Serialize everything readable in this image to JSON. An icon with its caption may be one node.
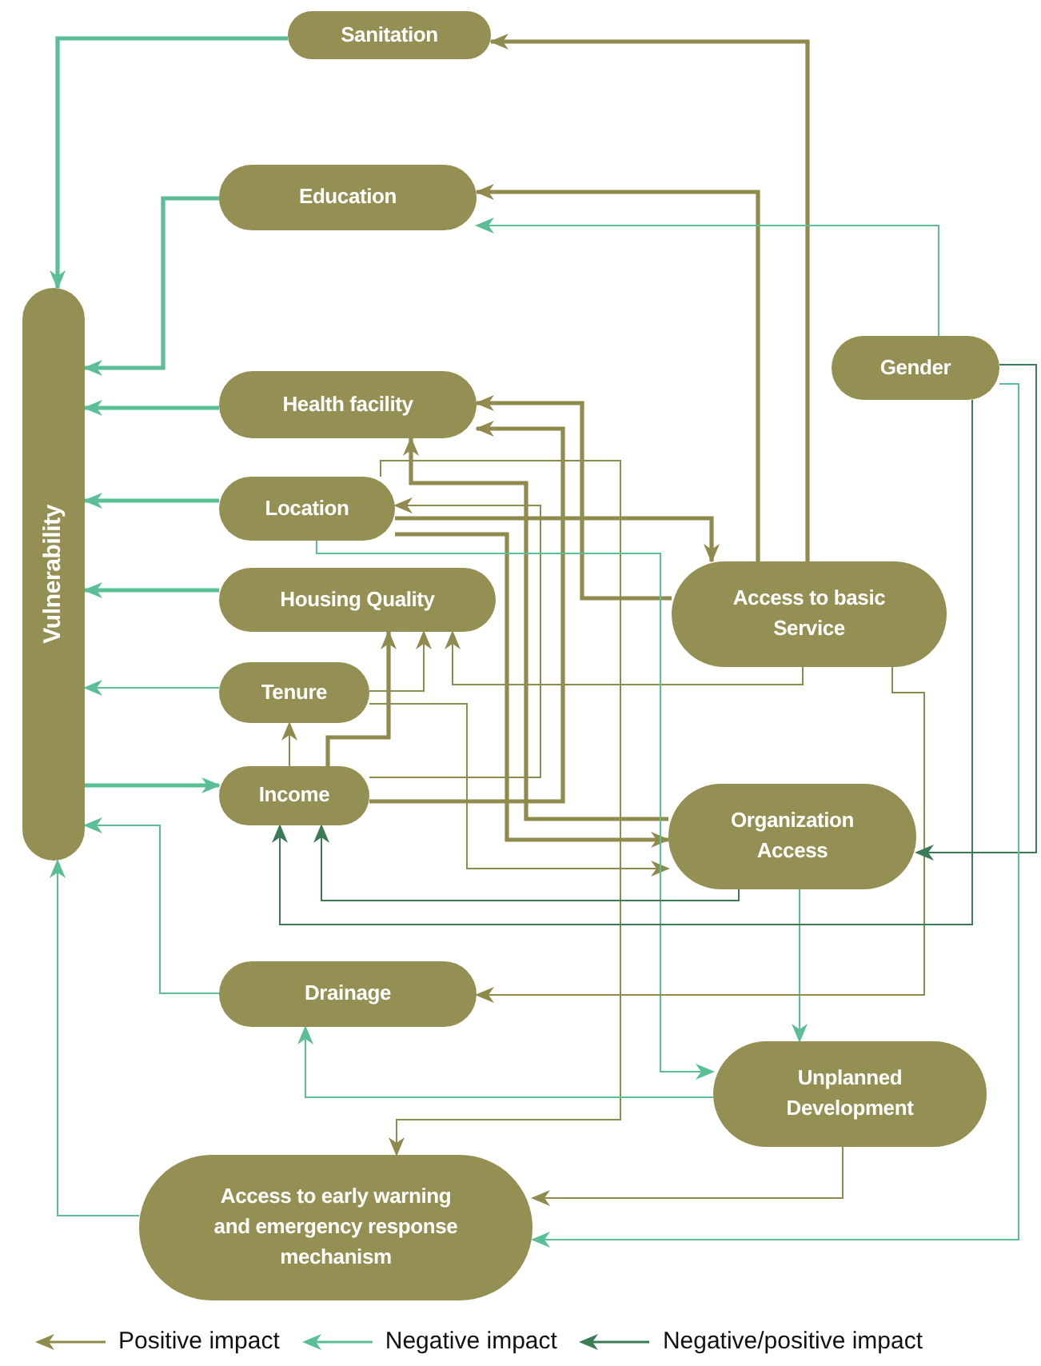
{
  "diagram": {
    "nodes": [
      {
        "text": [
          "Vulnerability"
        ]
      },
      {
        "text": [
          "Sanitation"
        ]
      },
      {
        "text": [
          "Education"
        ]
      },
      {
        "text": [
          "Health facility"
        ]
      },
      {
        "text": [
          "Location"
        ]
      },
      {
        "text": [
          "Housing Quality"
        ]
      },
      {
        "text": [
          "Tenure"
        ]
      },
      {
        "text": [
          "Income"
        ]
      },
      {
        "text": [
          "Gender"
        ]
      },
      {
        "text": [
          "Access to basic Service"
        ]
      },
      {
        "text": [
          "Organization Access"
        ]
      },
      {
        "text": [
          "Drainage"
        ]
      },
      {
        "text": [
          "Unplanned Development"
        ]
      },
      {
        "text": [
          "Access to early warning and emergency response mechanism"
        ]
      }
    ],
    "edges": [
      {
        "from": 1,
        "to": 0,
        "arrow": "to",
        "style": "thick",
        "color": "#5bbf95"
      },
      {
        "from": 2,
        "to": 0,
        "arrow": "to",
        "style": "thick",
        "color": "#5bbf95"
      },
      {
        "from": 3,
        "to": 0,
        "arrow": "to",
        "style": "thick",
        "color": "#5bbf95"
      },
      {
        "from": 4,
        "to": 0,
        "arrow": "to",
        "style": "thick",
        "color": "#5bbf95"
      },
      {
        "from": 5,
        "to": 0,
        "arrow": "to",
        "style": "thick",
        "color": "#5bbf95"
      },
      {
        "from": 6,
        "to": 0,
        "arrow": "to",
        "color": "#5bbf95"
      },
      {
        "from": 0,
        "to": 7,
        "arrow": "to",
        "style": "thick",
        "color": "#5bbf95"
      },
      {
        "from": 11,
        "to": 0,
        "arrow": "to",
        "color": "#5bbf95"
      },
      {
        "from": 13,
        "to": 0,
        "arrow": "to",
        "color": "#5bbf95"
      },
      {
        "from": 9,
        "to": 1,
        "arrow": "to",
        "style": "thick"
      },
      {
        "from": 9,
        "to": 2,
        "arrow": "to",
        "style": "thick"
      },
      {
        "from": 8,
        "to": 2,
        "arrow": "to",
        "color": "#5bbf95"
      },
      {
        "from": 4,
        "to": 13,
        "arrow": "to"
      },
      {
        "from": 7,
        "to": 5,
        "arrow": "to",
        "style": "thick"
      },
      {
        "from": 7,
        "to": 6,
        "arrow": "to"
      },
      {
        "from": 6,
        "to": 5,
        "arrow": "to"
      },
      {
        "from": 9,
        "to": 5,
        "arrow": "to"
      },
      {
        "from": 10,
        "to": 3,
        "arrow": "to",
        "style": "thick"
      },
      {
        "from": 4,
        "to": 10,
        "arrow": "to",
        "style": "thick"
      },
      {
        "from": 4,
        "to": 9,
        "arrow": "to",
        "style": "thick"
      },
      {
        "from": 7,
        "to": 4,
        "arrow": "to"
      },
      {
        "from": 7,
        "to": 3,
        "arrow": "to",
        "style": "thick"
      },
      {
        "from": 9,
        "to": 3,
        "arrow": "to",
        "style": "thick"
      },
      {
        "from": 6,
        "to": 10,
        "arrow": "to"
      },
      {
        "from": 4,
        "to": 12,
        "arrow": "to",
        "color": "#5bbf95"
      },
      {
        "from": 10,
        "to": 12,
        "arrow": "to",
        "color": "#5bbf95"
      },
      {
        "from": 12,
        "to": 13,
        "arrow": "to"
      },
      {
        "from": 9,
        "to": 11,
        "arrow": "to"
      },
      {
        "from": 12,
        "to": 11,
        "arrow": "to",
        "color": "#5bbf95"
      },
      {
        "from": 8,
        "to": 10,
        "arrow": "to",
        "color": "#3a7a55"
      },
      {
        "from": 8,
        "to": 7,
        "arrow": "to",
        "color": "#3a7a55"
      },
      {
        "from": 10,
        "to": 7,
        "arrow": "to",
        "color": "#3a7a55"
      },
      {
        "from": 8,
        "to": 13,
        "arrow": "to",
        "color": "#5bbf95"
      }
    ],
    "legend": [
      {
        "text": "Positive impact"
      },
      {
        "text": "Negative impact"
      },
      {
        "text": "Negative/positive impact"
      }
    ]
  }
}
